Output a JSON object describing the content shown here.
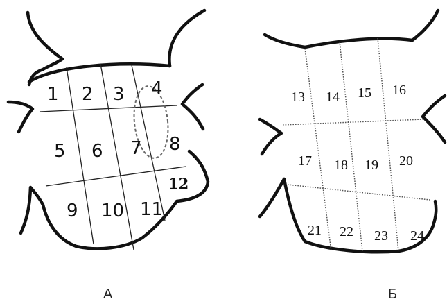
{
  "panel_a": {
    "caption": "А",
    "cells": [
      "1",
      "2",
      "3",
      "4",
      "5",
      "6",
      "7",
      "8",
      "9",
      "10",
      "11",
      "12"
    ]
  },
  "panel_b": {
    "caption": "Б",
    "cells": [
      "13",
      "14",
      "15",
      "16",
      "17",
      "18",
      "19",
      "20",
      "21",
      "22",
      "23",
      "24"
    ]
  }
}
